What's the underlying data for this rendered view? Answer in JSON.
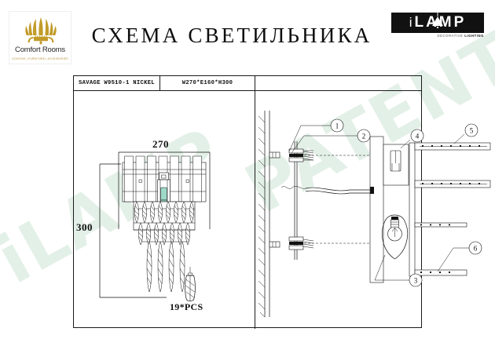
{
  "document": {
    "title": "СХЕМА СВЕТИЛЬНИКА",
    "watermark_line1": "iLAMP",
    "watermark_line2": "PATENTED"
  },
  "brand_left": {
    "name": "Comfort Rooms",
    "tagline": "LIGHTING  |  FURNITURE  |  ACCESSORIES",
    "logo_icon": "crown-fan-icon",
    "color": "#b8860b"
  },
  "brand_right": {
    "name_prefix": "i",
    "name_main": "LAMP",
    "tagline_light": "DECORATIVE ",
    "tagline_bold": "LIGHTING",
    "background": "#111111",
    "foreground": "#ffffff"
  },
  "spec_table": {
    "model": "SAVAGE W9510-1 NICKEL",
    "dimensions": "W270*E160*H300"
  },
  "left_drawing": {
    "caption": "front-elevation-view",
    "width_dimension": "270",
    "height_dimension": "300",
    "crystal_count_label": "19*PCS",
    "crystal_icon": "crystal-pendant-icon"
  },
  "right_drawing": {
    "caption": "installation-exploded-view",
    "wall_icon": "hatched-wall-icon",
    "bulb_icon": "light-bulb-icon",
    "callouts": [
      {
        "number": "1",
        "glyph": "①"
      },
      {
        "number": "2",
        "glyph": "②"
      },
      {
        "number": "3",
        "glyph": "③"
      },
      {
        "number": "4",
        "glyph": "④"
      },
      {
        "number": "5",
        "glyph": "⑤"
      },
      {
        "number": "6",
        "glyph": "⑥"
      }
    ]
  }
}
